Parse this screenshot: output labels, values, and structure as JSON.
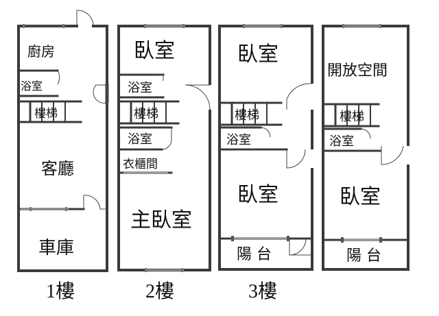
{
  "floors": [
    {
      "id": "1f",
      "label": "1樓",
      "rooms": {
        "kitchen": "廚房",
        "bath": "浴室",
        "stairs": "樓梯",
        "living": "客廳",
        "garage": "車庫"
      }
    },
    {
      "id": "2f",
      "label": "2樓",
      "rooms": {
        "bedroom": "臥室",
        "bath1": "浴室",
        "stairs": "樓梯",
        "bath2": "浴室",
        "closet": "衣櫃間",
        "master": "主臥室"
      }
    },
    {
      "id": "3f",
      "label": "3樓",
      "rooms": {
        "bedroom1": "臥室",
        "stairs": "樓梯",
        "bath": "浴室",
        "bedroom2": "臥室",
        "balcony": "陽 台"
      }
    },
    {
      "id": "4f",
      "label": "",
      "rooms": {
        "open_space": "開放空間",
        "stairs": "樓梯",
        "bath": "浴室",
        "bedroom": "臥室",
        "balcony": "陽 台"
      }
    }
  ]
}
